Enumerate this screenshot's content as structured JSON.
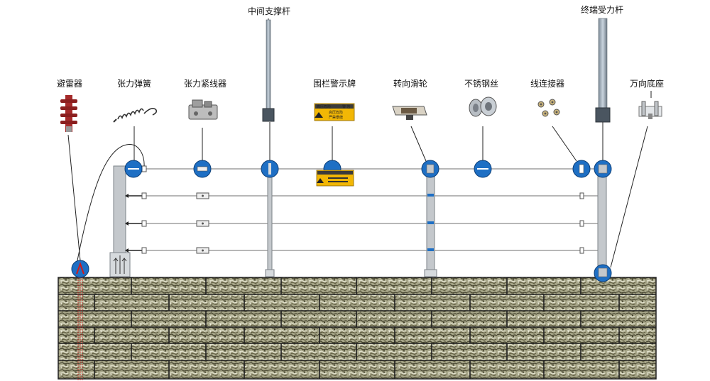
{
  "labels": {
    "lightning_arrester": "避雷器",
    "tension_spring": "张力弹簧",
    "tensioner": "张力紧线器",
    "middle_post": "中间支撑杆",
    "warning_sign": "围栏警示牌",
    "pulley": "转向滑轮",
    "steel_wire": "不锈钢丝",
    "wire_connector": "线连接器",
    "terminal_post": "终端受力杆",
    "universal_base": "万向底座"
  },
  "sign": {
    "header_left": "高压危险",
    "header_right": "警 告",
    "line1": "高压危险",
    "line2": "严禁攀爬"
  },
  "colors": {
    "marker_blue": "#1e6fc4",
    "sign_yellow": "#f2b705",
    "wall_stone": "#7d7a5a",
    "ground_wire": "#d11a1a"
  }
}
